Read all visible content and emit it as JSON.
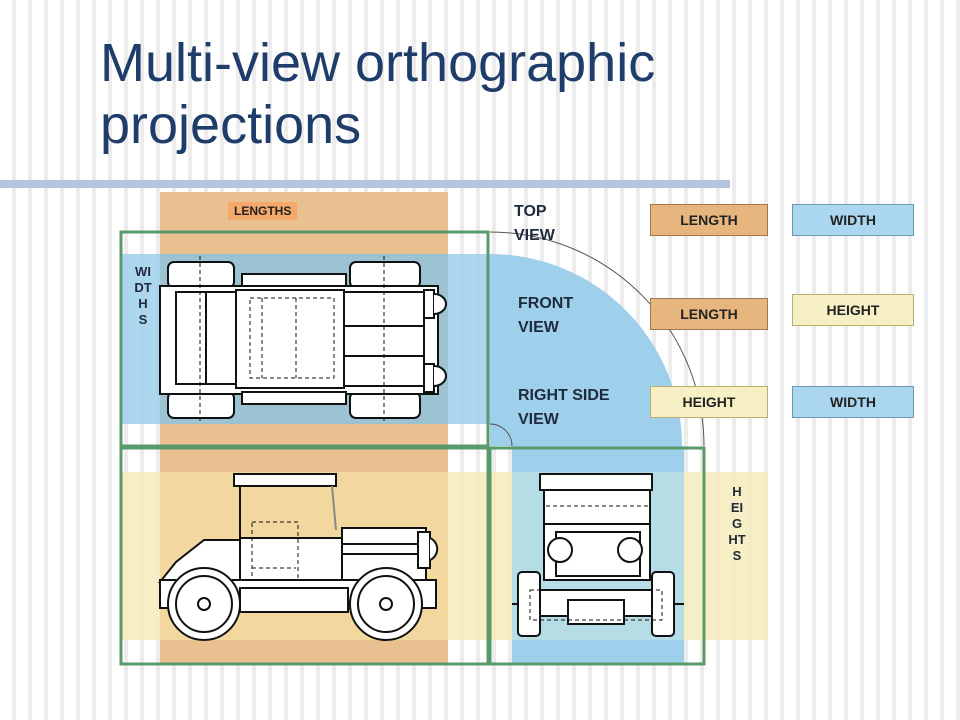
{
  "slide": {
    "title": "Multi-view orthographic projections"
  },
  "views": {
    "top": "TOP VIEW",
    "front": "FRONT VIEW",
    "right_side": "RIGHT SIDE VIEW"
  },
  "band_labels": {
    "lengths": "LENGTHS",
    "widths": "WIDTHS",
    "heights": "HEIGHTS"
  },
  "dimension_table": [
    {
      "left": "LENGTH",
      "right": "WIDTH"
    },
    {
      "left": "LENGTH",
      "right": "HEIGHT"
    },
    {
      "left": "HEIGHT",
      "right": "WIDTH"
    }
  ],
  "colors": {
    "length": "#e6b67e",
    "width": "#aad6ef",
    "height": "#f6f0c4",
    "frame": "#5a9a6a",
    "title": "#1f3d6b"
  }
}
